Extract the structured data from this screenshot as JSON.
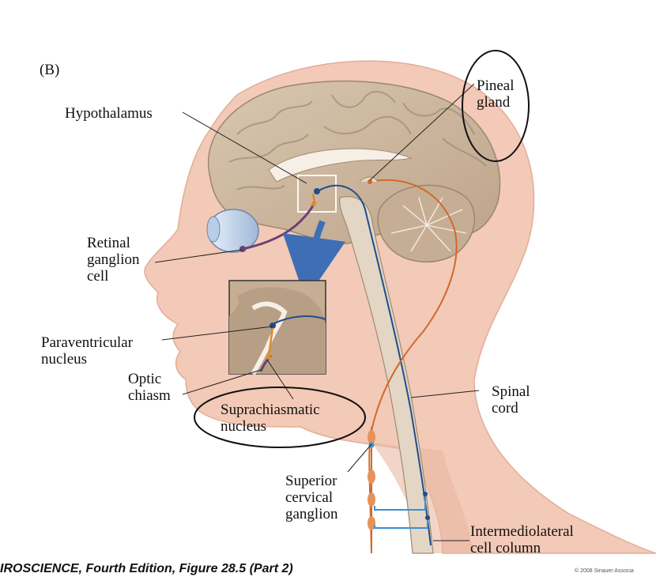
{
  "panel_letter": "(B)",
  "labels": {
    "hypothalamus": "Hypothalamus",
    "pineal_gland": [
      "Pineal",
      "gland"
    ],
    "retinal_ganglion_cell": [
      "Retinal",
      "ganglion",
      "cell"
    ],
    "paraventricular_nucleus": [
      "Paraventricular",
      "nucleus"
    ],
    "optic_chiasm": [
      "Optic",
      "chiasm"
    ],
    "suprachiasmatic_nucleus": [
      "Suprachiasmatic",
      "nucleus"
    ],
    "spinal_cord": [
      "Spinal",
      "cord"
    ],
    "superior_cervical_ganglion": [
      "Superior",
      "cervical",
      "ganglion"
    ],
    "intermediolateral_cell_column": [
      "Intermediolateral",
      "cell column"
    ]
  },
  "footer": "IROSCIENCE, Fourth Edition, Figure 28.5 (Part 2)",
  "copyright": "© 2008 Sinauer Associa",
  "colors": {
    "skin": "#f3c9b7",
    "brain": "#cdb8a0",
    "retinohypothalamic_pathway": "#6b3f73",
    "sympathetic_pathway": "#d06a2a",
    "descending_pathway": "#1f4e8c",
    "preganglionic": "#3a8fd6"
  }
}
